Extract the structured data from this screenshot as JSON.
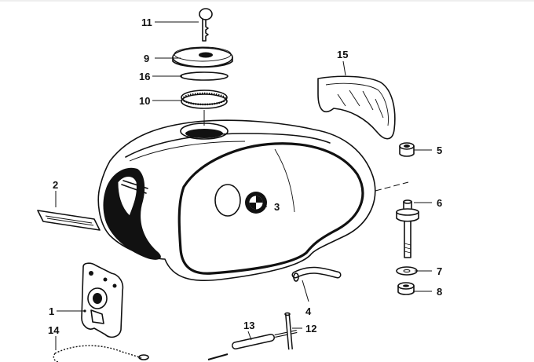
{
  "callouts": {
    "c1": "1",
    "c2": "2",
    "c3": "3",
    "c4": "4",
    "c5": "5",
    "c6": "6",
    "c7": "7",
    "c8": "8",
    "c9": "9",
    "c10": "10",
    "c11": "11",
    "c12": "12",
    "c13": "13",
    "c14": "14",
    "c15": "15",
    "c16": "16"
  },
  "colors": {
    "ink": "#111111",
    "paper": "#ffffff"
  }
}
